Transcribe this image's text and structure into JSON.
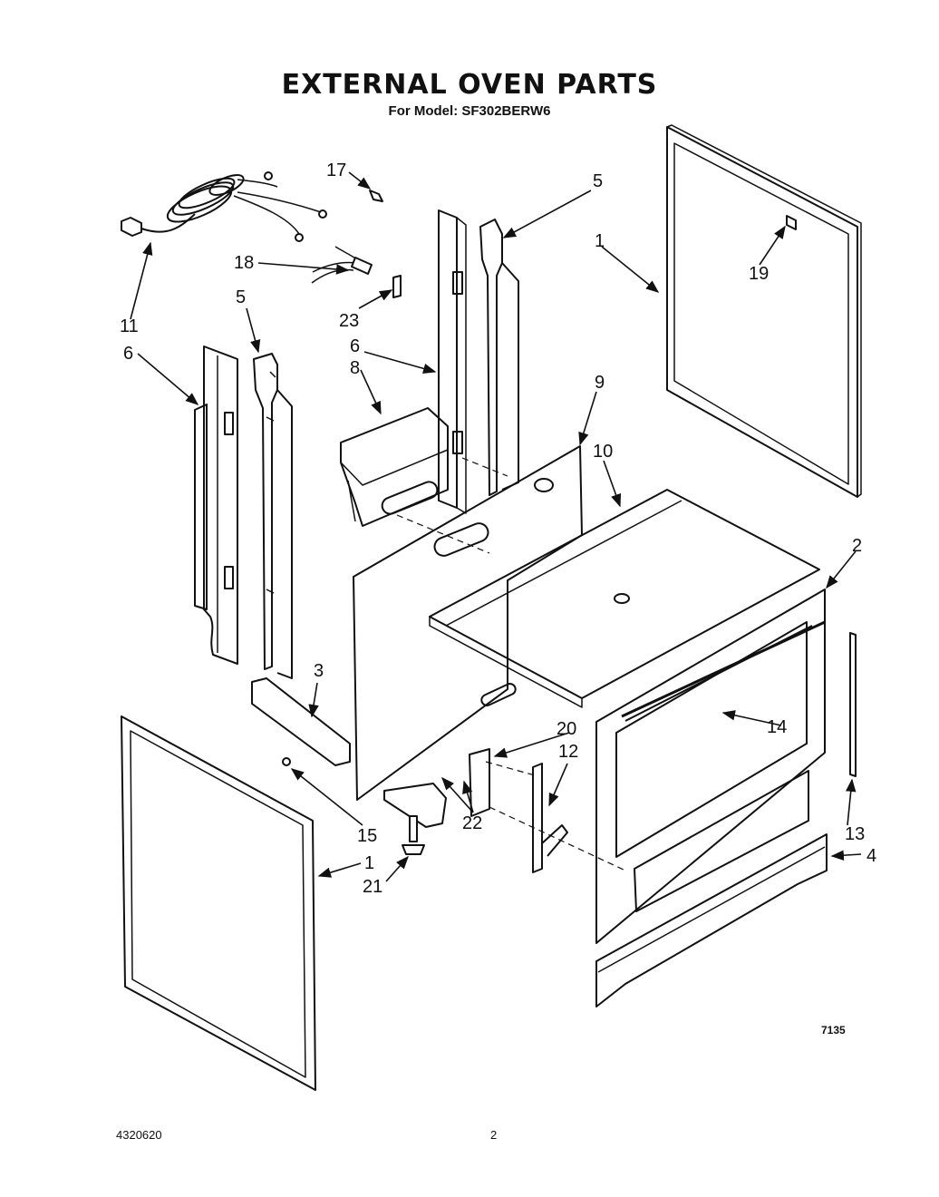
{
  "header": {
    "title": "EXTERNAL OVEN PARTS",
    "model_line": "For Model: SF302BERW6"
  },
  "callouts": {
    "c1a": "1",
    "c1b": "1",
    "c2": "2",
    "c3": "3",
    "c4": "4",
    "c5a": "5",
    "c5b": "5",
    "c6a": "6",
    "c6b": "6",
    "c8": "8",
    "c9": "9",
    "c10": "10",
    "c11": "11",
    "c12": "12",
    "c13": "13",
    "c14": "14",
    "c15": "15",
    "c17": "17",
    "c18": "18",
    "c19": "19",
    "c20": "20",
    "c21": "21",
    "c22": "22",
    "c23": "23"
  },
  "footer": {
    "doc_number": "4320620",
    "page_number": "2",
    "figure_code": "7135"
  }
}
